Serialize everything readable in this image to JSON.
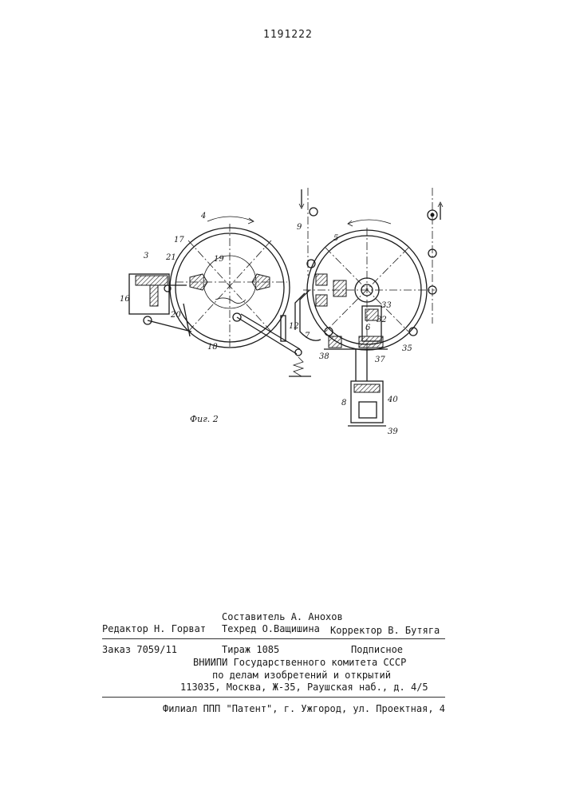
{
  "document_number": "1191222",
  "figure": {
    "caption": "Фиг. 2",
    "labels": [
      "3",
      "4",
      "5",
      "6",
      "7",
      "8",
      "9",
      "12",
      "16",
      "17",
      "18",
      "19",
      "20",
      "21",
      "32",
      "33",
      "35",
      "37",
      "38",
      "39",
      "40"
    ]
  },
  "imprint": {
    "editor": "Редактор Н. Горват",
    "compiler": "Составитель А. Анохов",
    "techred": "Техред О.Ващишина",
    "corrector": "Корректор В. Бутяга",
    "order": "Заказ 7059/11",
    "circulation": "Тираж 1085",
    "subscription": "Подписное",
    "org_line1": "ВНИИПИ Государственного комитета СССР",
    "org_line2": "по делам изобретений и открытий",
    "address": "113035, Москва, Ж-35, Раушская наб., д. 4/5",
    "branch": "Филиал ППП \"Патент\", г. Ужгород, ул. Проектная, 4"
  }
}
